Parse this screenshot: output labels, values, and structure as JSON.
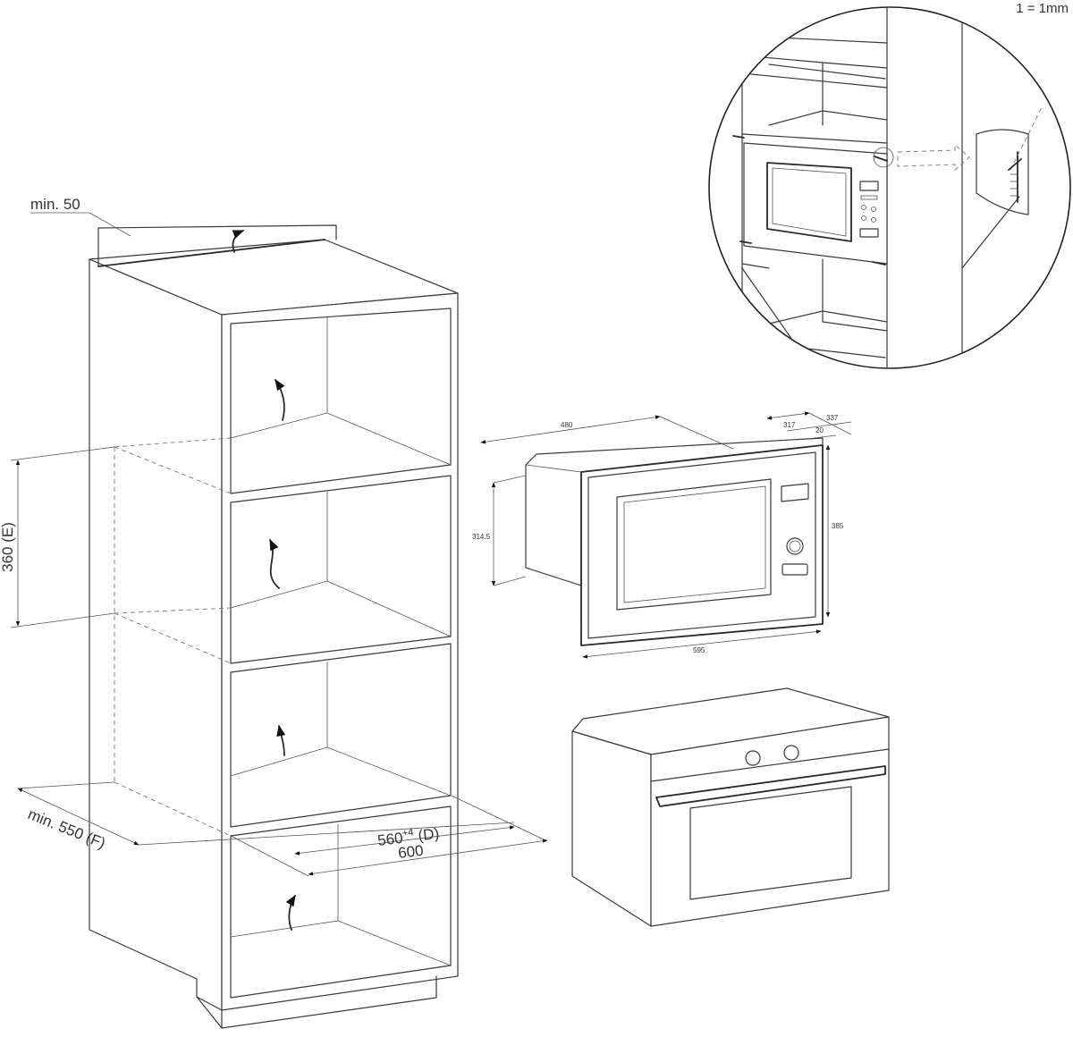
{
  "scale_note": "1 = 1mm",
  "cabinet": {
    "top_clearance": "min. 50",
    "opening_height": "360 (E)",
    "depth_min": "min. 550 (F)",
    "opening_depth_base": "560",
    "opening_depth_sup": "+4",
    "opening_depth_suffix": " (D)",
    "cabinet_width": "600"
  },
  "appliance_dims": {
    "width_top": "480",
    "depth_317": "317",
    "depth_337": "337",
    "front_20": "20",
    "body_height": "314.5",
    "front_height": "385",
    "front_width": "595"
  }
}
